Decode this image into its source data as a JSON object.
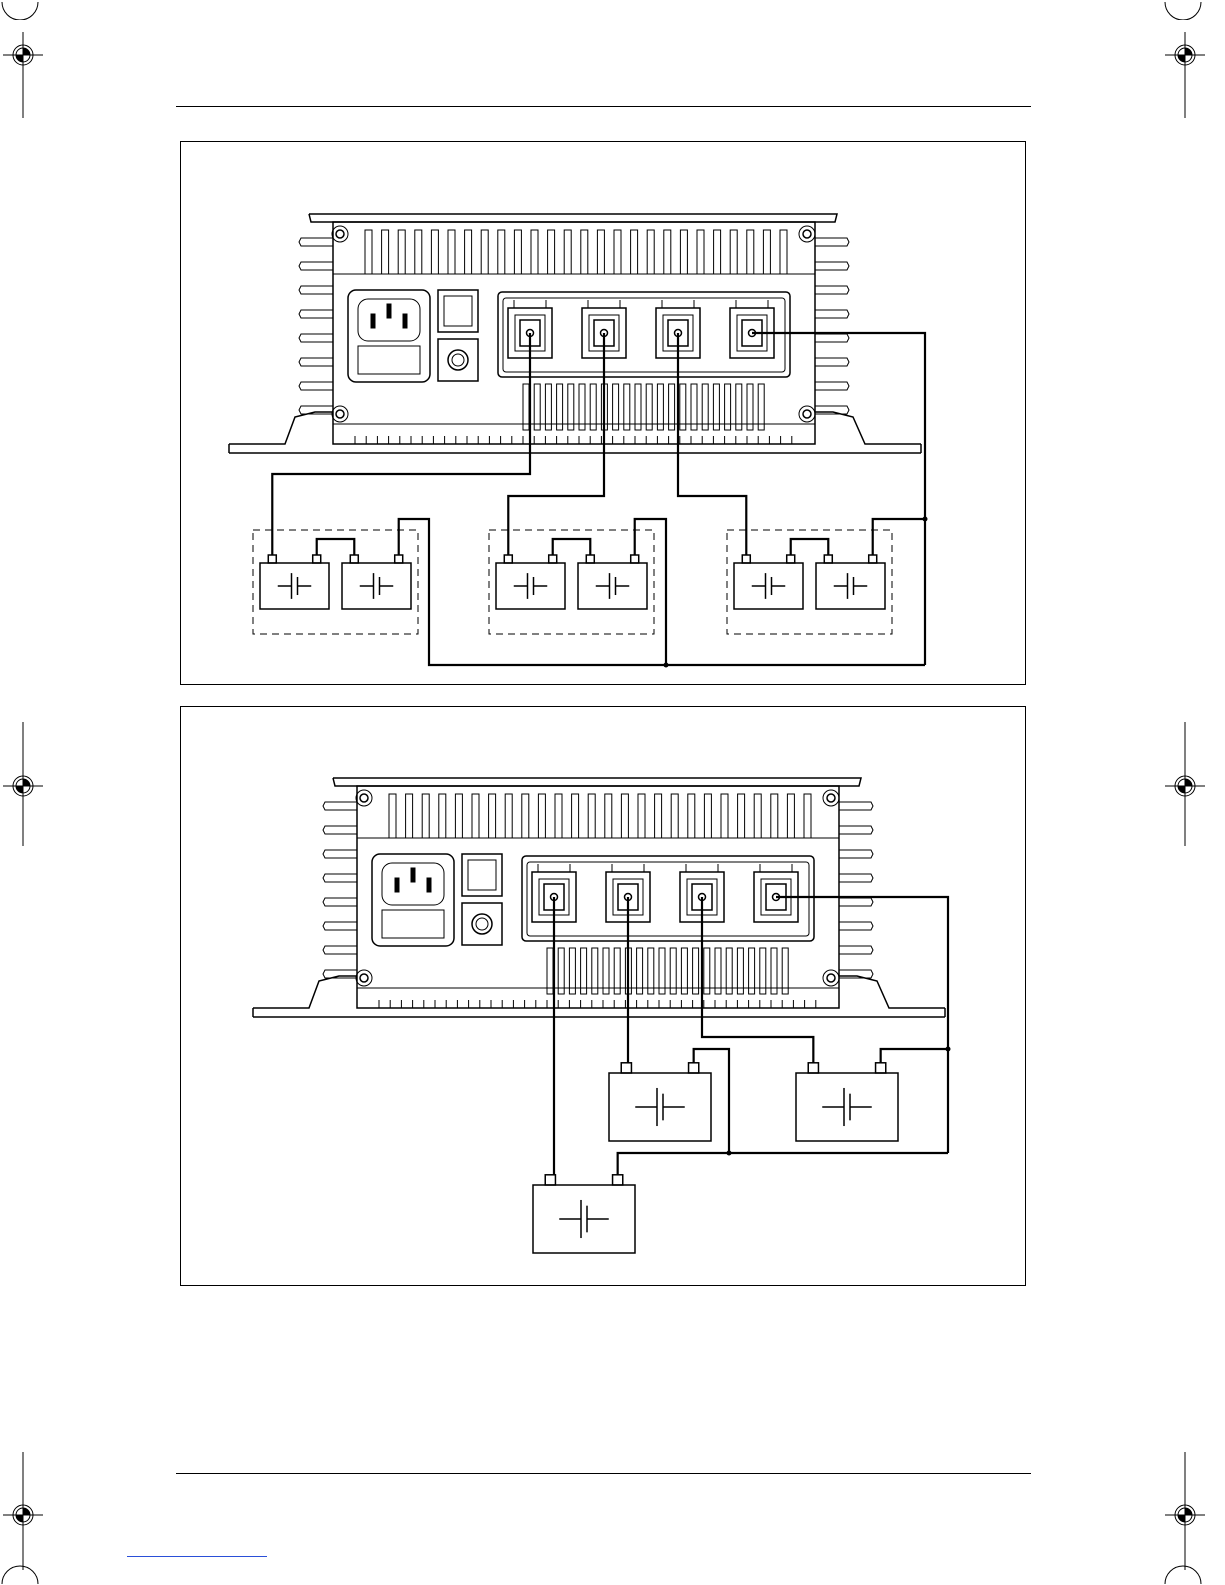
{
  "page": {
    "background": "#ffffff",
    "ink": "#000000"
  },
  "registration_marks": [
    {
      "name": "reg-mark-top-left"
    },
    {
      "name": "reg-mark-top-right"
    },
    {
      "name": "reg-mark-mid-left"
    },
    {
      "name": "reg-mark-mid-right"
    },
    {
      "name": "reg-mark-bottom-left"
    },
    {
      "name": "reg-mark-bottom-right"
    }
  ],
  "figures": [
    {
      "name": "wiring-figure-series-pairs",
      "outputs": 4,
      "battery_groups": 3,
      "batteries_per_group": 2,
      "wiring": "series-parallel"
    },
    {
      "name": "wiring-figure-parallel",
      "outputs": 4,
      "batteries": 3,
      "wiring": "parallel"
    }
  ],
  "icons": [
    "charger-icon",
    "power-inlet-icon",
    "rj11-port-icon",
    "round-jack-icon",
    "output-terminal-icon",
    "battery-icon",
    "registration-mark-icon"
  ]
}
